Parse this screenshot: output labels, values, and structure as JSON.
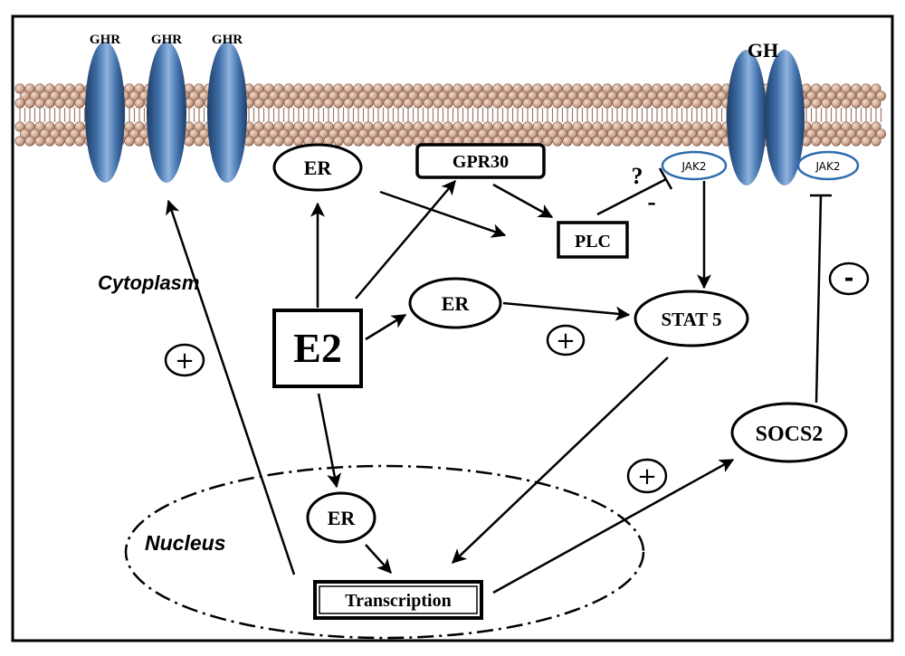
{
  "labels": {
    "ghr": [
      "GHR",
      "GHR",
      "GHR"
    ],
    "gh": "GH",
    "jak2_left": "JAK2",
    "jak2_right": "JAK2",
    "er_top": "ER",
    "gpr30": "GPR30",
    "plc": "PLC",
    "question": "?",
    "minus_plc": "-",
    "cytoplasm": "Cytoplasm",
    "er_mid": "ER",
    "e2": "E2",
    "stat5": "STAT 5",
    "plus_stat": "+",
    "plus_ghr": "+",
    "minus_jak": "-",
    "socs2": "SOCS2",
    "plus_socs": "+",
    "nucleus": "Nucleus",
    "er_nuc": "ER",
    "transcription": "Transcription"
  },
  "colors": {
    "receptor": "#3f6ea8",
    "receptor_light": "#8fb3dd",
    "receptor_dark": "#1f3e66",
    "lipid_head": "#c79a80",
    "lipid_edge": "#8a6250",
    "jak_outline": "#2f6cad",
    "ink": "#000000"
  }
}
